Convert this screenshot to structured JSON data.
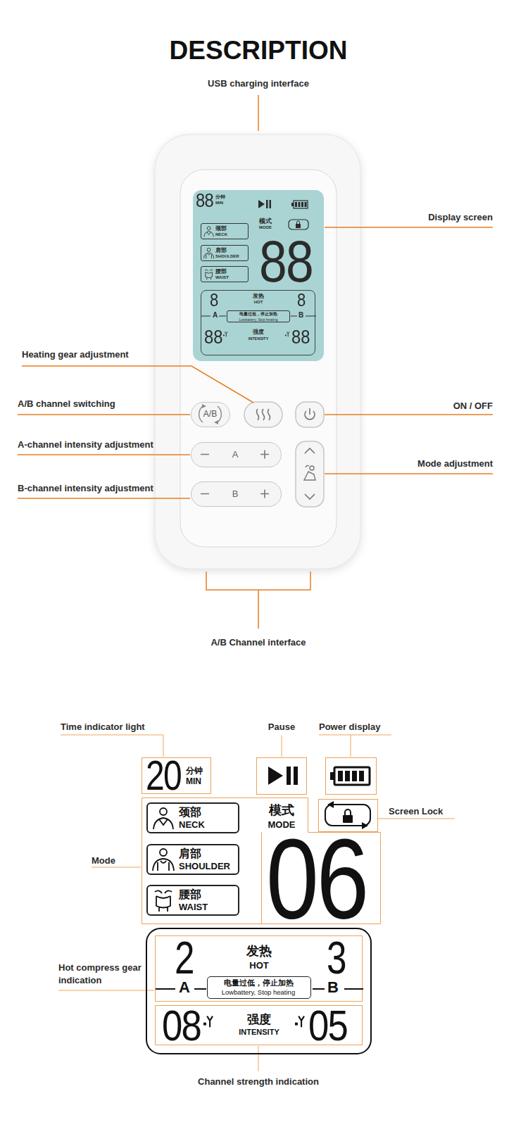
{
  "diagram": {
    "title": "DESCRIPTION",
    "nodes": [
      {
        "text": [
          "88",
          "分钟",
          "MIN",
          "模式",
          "MODE",
          "88"
        ]
      },
      {
        "text": [
          "颈部",
          "NECK"
        ],
        "in": 0
      },
      {
        "text": [
          "肩部",
          "SHOULDER"
        ],
        "in": 0
      },
      {
        "text": [
          "腰部",
          "WAIST"
        ],
        "in": 0
      },
      {
        "text": [
          "8",
          "发热",
          "HOT",
          "8",
          "A",
          "B",
          "88",
          "强度",
          "INTENSITY",
          "88"
        ],
        "in": 0
      },
      {
        "text": [
          "电量过低，停止加热",
          "Lowbattery, Stop heating"
        ],
        "in": 4
      },
      {
        "text": [
          "A/B"
        ]
      },
      {
        "text": [
          "A"
        ]
      },
      {
        "text": [
          "B"
        ]
      },
      {
        "text": [
          "20",
          "分钟",
          "MIN"
        ]
      },
      {
        "text": [
          "模式",
          "MODE",
          "06"
        ]
      },
      {
        "text": [
          "颈部",
          "NECK"
        ],
        "in": 10
      },
      {
        "text": [
          "肩部",
          "SHOULDER"
        ],
        "in": 10
      },
      {
        "text": [
          "腰部",
          "WAIST"
        ],
        "in": 10
      },
      {
        "text": [
          "2",
          "发热",
          "HOT",
          "3",
          "A",
          "B"
        ]
      },
      {
        "text": [
          "电量过低，停止加热",
          "Lowbattery, Stop heating"
        ],
        "in": 14
      },
      {
        "text": [
          "08",
          "强度",
          "INTENSITY",
          "05"
        ]
      }
    ],
    "labels": [
      "USB charging interface",
      "Display screen",
      "Heating gear adjustment",
      "A/B channel switching",
      "ON / OFF",
      "A-channel intensity adjustment",
      "Mode adjustment",
      "B-channel intensity adjustment",
      "A/B Channel interface",
      "Time indicator light",
      "Pause",
      "Power display",
      "Screen Lock",
      "Mode",
      "Hot compress gear indication",
      "Channel strength indication"
    ]
  }
}
